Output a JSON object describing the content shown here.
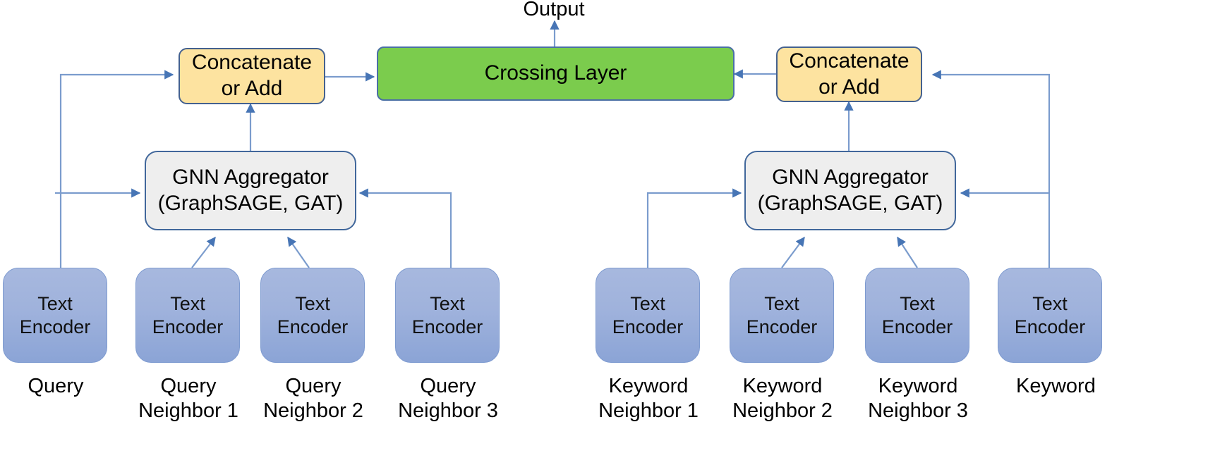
{
  "diagram": {
    "title": "Output",
    "output_label": "Output",
    "crossing_layer": {
      "label": "Crossing Layer",
      "color": "#7bcc4d"
    },
    "concat_left": {
      "label": "Concatenate\nor Add",
      "color": "#fde3a0"
    },
    "concat_right": {
      "label": "Concatenate\nor Add",
      "color": "#fde3a0"
    },
    "gnn_left": {
      "label": "GNN Aggregator\n(GraphSAGE, GAT)",
      "color": "#eeeeee"
    },
    "gnn_right": {
      "label": "GNN Aggregator\n(GraphSAGE, GAT)",
      "color": "#eeeeee"
    },
    "encoder_label": "Text\nEncoder",
    "encoder_color": "#9fb2dc",
    "edge_color": "#6f8fc4",
    "left_branch": {
      "captions": [
        "Query",
        "Query\nNeighbor 1",
        "Query\nNeighbor 2",
        "Query\nNeighbor 3"
      ]
    },
    "right_branch": {
      "captions": [
        "Keyword\nNeighbor 1",
        "Keyword\nNeighbor 2",
        "Keyword\nNeighbor 3",
        "Keyword"
      ]
    },
    "encoders": [
      {
        "id": "enc-query",
        "label": "Text\nEncoder"
      },
      {
        "id": "enc-qn1",
        "label": "Text\nEncoder"
      },
      {
        "id": "enc-qn2",
        "label": "Text\nEncoder"
      },
      {
        "id": "enc-qn3",
        "label": "Text\nEncoder"
      },
      {
        "id": "enc-kn1",
        "label": "Text\nEncoder"
      },
      {
        "id": "enc-kn2",
        "label": "Text\nEncoder"
      },
      {
        "id": "enc-kn3",
        "label": "Text\nEncoder"
      },
      {
        "id": "enc-keyword",
        "label": "Text\nEncoder"
      }
    ]
  }
}
